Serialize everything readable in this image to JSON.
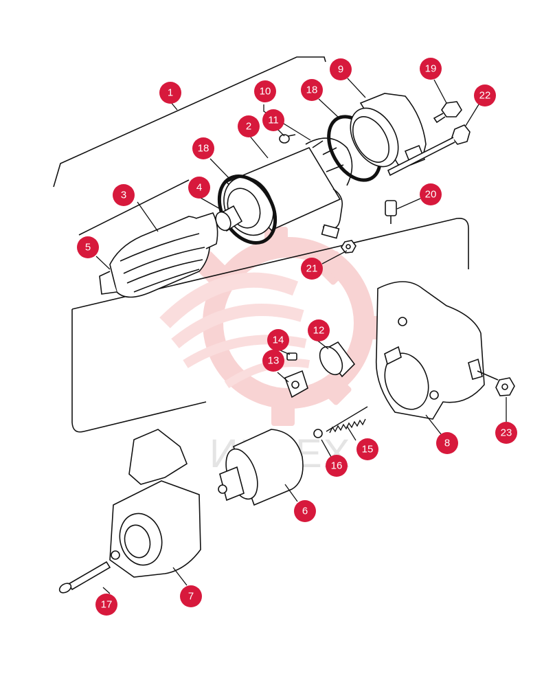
{
  "watermark": {
    "text": "ИНТЕХ",
    "color": "#f6c8c8"
  },
  "callout_color": "#d7193c",
  "callouts": {
    "c1": "1",
    "c2": "2",
    "c3": "3",
    "c4": "4",
    "c5": "5",
    "c6": "6",
    "c7": "7",
    "c8": "8",
    "c9": "9",
    "c10": "10",
    "c11": "11",
    "c12": "12",
    "c13": "13",
    "c14": "14",
    "c15": "15",
    "c16": "16",
    "c17": "17",
    "c18a": "18",
    "c18b": "18",
    "c19": "19",
    "c20": "20",
    "c21": "21",
    "c22": "22",
    "c23": "23"
  }
}
